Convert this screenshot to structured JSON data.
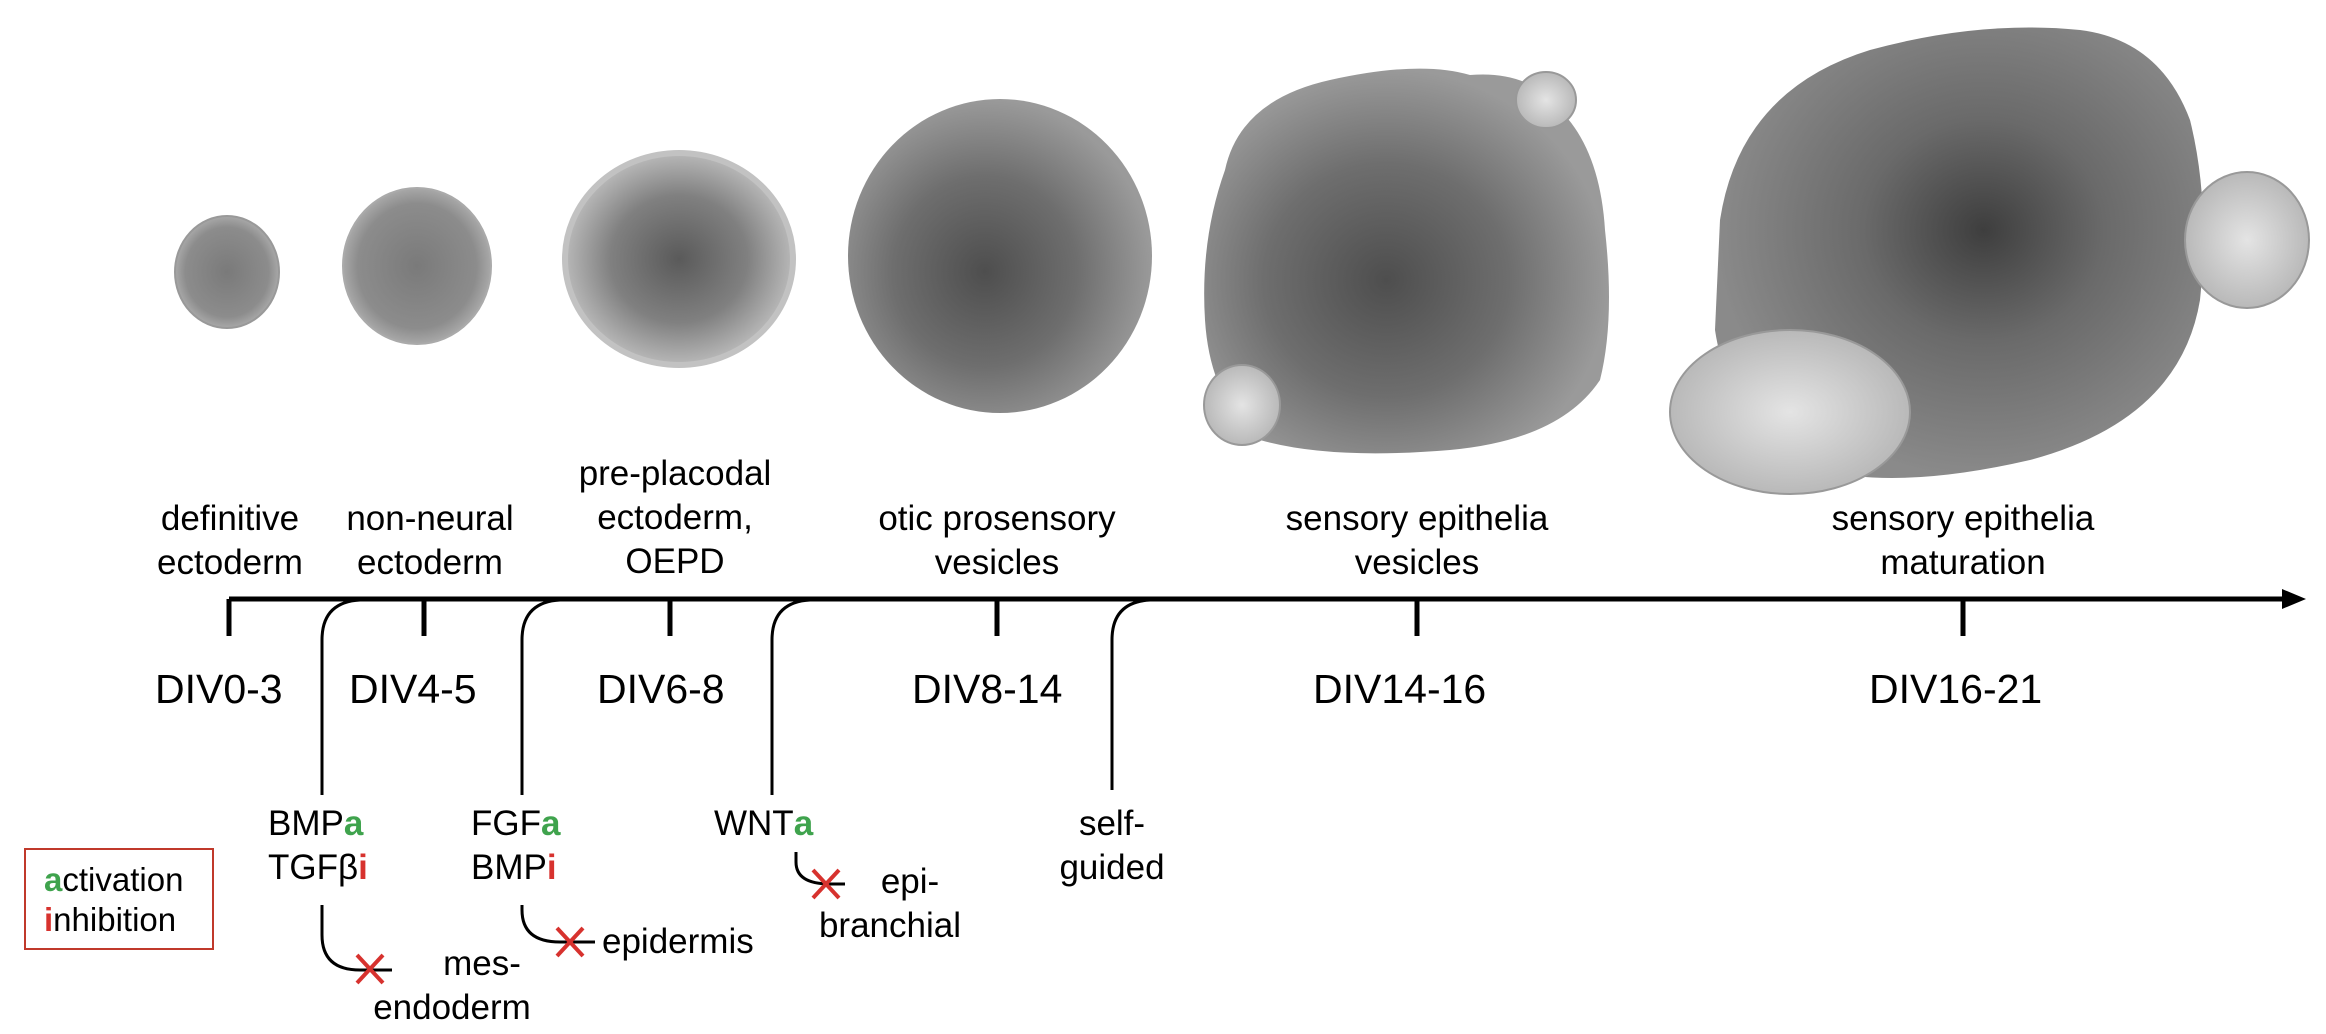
{
  "stages": [
    {
      "line1": "definitive",
      "line2": "ectoderm"
    },
    {
      "line1": "non-neural",
      "line2": "ectoderm"
    },
    {
      "line0": "pre-placodal",
      "line1": "ectoderm,",
      "line2": "OEPD"
    },
    {
      "line1": "otic prosensory",
      "line2": "vesicles"
    },
    {
      "line1": "sensory epithelia",
      "line2": "vesicles"
    },
    {
      "line1": "sensory epithelia",
      "line2": "maturation"
    }
  ],
  "days": [
    "DIV0-3",
    "DIV4-5",
    "DIV6-8",
    "DIV8-14",
    "DIV14-16",
    "DIV16-21"
  ],
  "signals": [
    {
      "l1": "BMP",
      "l1_mark": "a",
      "l2": "TGFβ",
      "l2_mark": "i",
      "divert": "mes-",
      "divert2": "endoderm"
    },
    {
      "l1": "FGF",
      "l1_mark": "a",
      "l2": "BMP",
      "l2_mark": "i",
      "divert": "epidermis"
    },
    {
      "l1": "WNT",
      "l1_mark": "a",
      "divert": "epi-",
      "divert2": "branchial"
    },
    {
      "l1": "self-",
      "l2": "guided"
    }
  ],
  "legend": {
    "activation_mark": "a",
    "activation_rest": "ctivation",
    "inhibition_mark": "i",
    "inhibition_rest": "nhibition"
  },
  "colors": {
    "activation": "#3fa34d",
    "inhibition": "#d7322e",
    "line": "#000000",
    "cross": "#d7322e"
  }
}
